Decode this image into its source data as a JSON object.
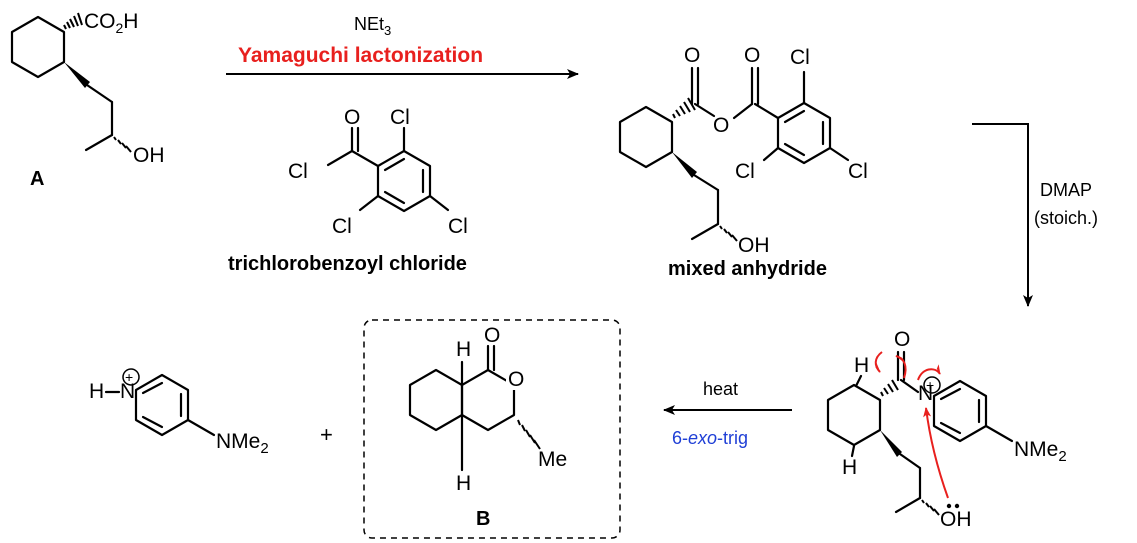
{
  "compounds": {
    "a_label": "A",
    "b_label": "B",
    "reagent_caption": "trichlorobenzoyl chloride",
    "intermediate_caption": "mixed anhydride"
  },
  "atoms": {
    "co2h_c": "CO",
    "co2h_sub": "2",
    "co2h_h": "H",
    "oh": "OH",
    "o": "O",
    "cl": "Cl",
    "h": "H",
    "n": "N",
    "nme2_nme": "NMe",
    "nme2_sub": "2",
    "me": "Me",
    "plus_charge": "+",
    "plus_sign": "+"
  },
  "steps": {
    "step1_reagent_main": "NEt",
    "step1_reagent_sub": "3",
    "step1_name": "Yamaguchi lactonization",
    "step2_reagent": "DMAP",
    "step2_condition": "(stoich.)",
    "step3_condition": "heat",
    "step3_mode_prefix": "6-",
    "step3_mode_italic": "exo",
    "step3_mode_suffix": "-trig"
  },
  "colors": {
    "highlight_red": "#e8201e",
    "mechanism_blue": "#1f3fd6",
    "ink": "#000000"
  }
}
